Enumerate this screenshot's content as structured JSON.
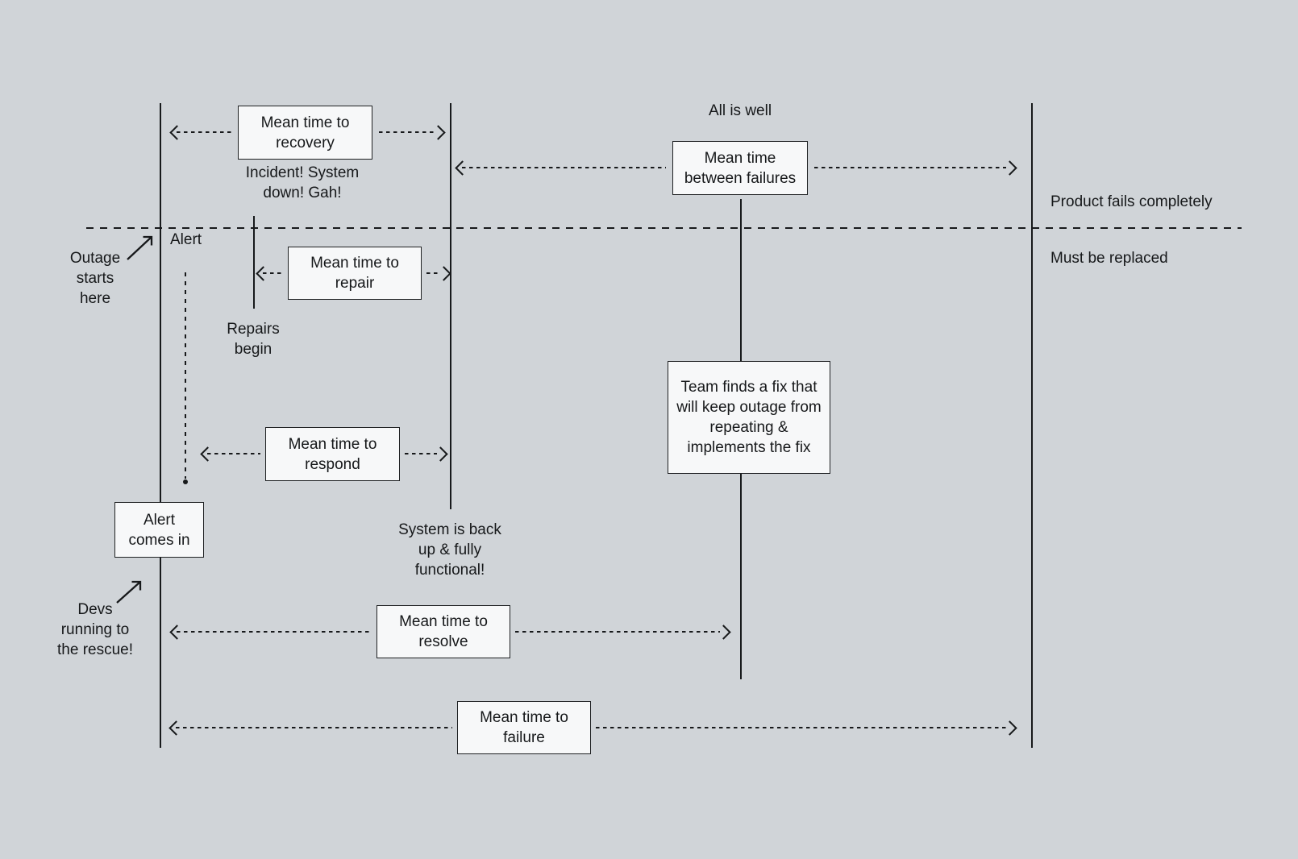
{
  "colors": {
    "background": "#d0d4d8",
    "ink": "#17191b",
    "box_fill": "#f7f8f9"
  },
  "boxes": {
    "recovery": "Mean time to\nrecovery",
    "between_failures": "Mean time\nbetween failures",
    "repair": "Mean time to\nrepair",
    "respond": "Mean time to\nrespond",
    "team_fix": "Team finds a fix that\nwill keep outage from\nrepeating &\nimplements the fix",
    "alert_comes_in": "Alert\ncomes in",
    "resolve": "Mean time to\nresolve",
    "failure": "Mean time to\nfailure"
  },
  "labels": {
    "all_is_well": "All is well",
    "incident": "Incident! System\ndown! Gah!",
    "product_fails": "Product fails completely",
    "must_be_replaced": "Must be replaced",
    "outage_starts": "Outage\nstarts\nhere",
    "alert": "Alert",
    "repairs_begin": "Repairs\nbegin",
    "system_back_up": "System is back\nup & fully\nfunctional!",
    "devs_rescue": "Devs\nrunning to\nthe rescue!"
  }
}
